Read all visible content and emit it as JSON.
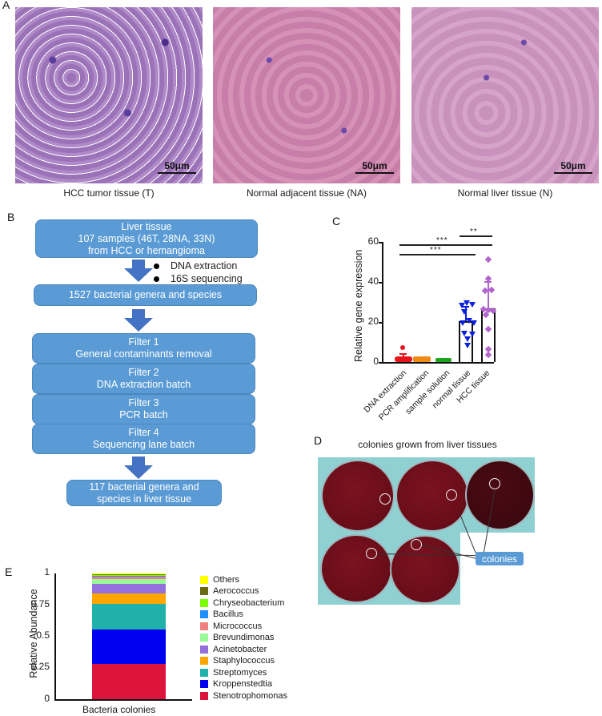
{
  "panel_a": {
    "letter": "A",
    "images": [
      {
        "caption": "HCC tumor tissue (T)",
        "scale_bar": "50μm"
      },
      {
        "caption": "Normal adjacent tissue (NA)",
        "scale_bar": "50μm"
      },
      {
        "caption": "Normal liver tissue (N)",
        "scale_bar": "50μm"
      }
    ]
  },
  "panel_b": {
    "letter": "B",
    "box1": [
      "Liver tissue",
      "107 samples (46T, 28NA, 33N)",
      "from HCC or hemangioma"
    ],
    "bullets": [
      "DNA extraction",
      "16S sequencing"
    ],
    "box2": "1527 bacterial genera and species",
    "filters": [
      {
        "title": "Filter 1",
        "desc": "General contaminants removal"
      },
      {
        "title": "Filter 2",
        "desc": "DNA extraction batch"
      },
      {
        "title": "Filter 3",
        "desc": "PCR batch"
      },
      {
        "title": "Filter 4",
        "desc": "Sequencing lane batch"
      }
    ],
    "final_box": [
      "117 bacterial genera and",
      "species in liver tissue"
    ]
  },
  "panel_c": {
    "letter": "C"
  },
  "panel_d": {
    "letter": "D",
    "title": "colonies grown from liver tissues",
    "label": "colonies"
  },
  "panel_e": {
    "letter": "E"
  },
  "chart_data": [
    {
      "type": "bar",
      "title": "",
      "xlabel": "",
      "ylabel": "Relative gene expression",
      "ylim": [
        0,
        60
      ],
      "yticks": [
        0,
        20,
        40,
        60
      ],
      "categories": [
        "DNA extraction",
        "PCR amplification",
        "sample solution",
        "normal tissue",
        "HCC tissue"
      ],
      "values": [
        2,
        1.5,
        0.8,
        20.5,
        27
      ],
      "error_upper": [
        4.5,
        2.5,
        1.5,
        28,
        40.5
      ],
      "colors": [
        "#e8141b",
        "#f08a16",
        "#1ba51b",
        "#0a1ee0",
        "#b265cc"
      ],
      "points": {
        "normal tissue": [
          30,
          29.5,
          29,
          28.5,
          27.5,
          22.5,
          21,
          20,
          19.5,
          15,
          14.5,
          12.5,
          9.5
        ],
        "HCC tissue": [
          51.5,
          41.5,
          36.5,
          36,
          27,
          26.5,
          26,
          25.5,
          25,
          17,
          7,
          5
        ],
        "DNA extraction": [
          7.5,
          3,
          2,
          1.5,
          1,
          1,
          0.5
        ],
        "PCR amplification": [
          2.5,
          2,
          1.5,
          1.5,
          1,
          1,
          0.5
        ],
        "sample solution": [
          1.5,
          1,
          1,
          0.5,
          0.5,
          0.3
        ]
      },
      "significance": [
        {
          "from": "normal tissue",
          "to": "HCC tissue",
          "label": "**"
        },
        {
          "from": "DNA extraction",
          "to": "HCC tissue",
          "label": "***"
        },
        {
          "from": "DNA extraction",
          "to": "normal tissue",
          "label": "***"
        }
      ]
    },
    {
      "type": "bar",
      "stacked": true,
      "title": "",
      "xlabel": "",
      "ylabel": "Relative Abundance",
      "ylim": [
        0,
        1
      ],
      "yticks": [
        "0",
        "0.25",
        "0.5",
        "0.75",
        "1"
      ],
      "categories": [
        "Bacteria colonies"
      ],
      "series": [
        {
          "name": "Stenotrophomonas",
          "values": [
            0.28
          ],
          "color": "#dc143c"
        },
        {
          "name": "Kroppenstedtia",
          "values": [
            0.275
          ],
          "color": "#0000f0"
        },
        {
          "name": "Streptomyces",
          "values": [
            0.2
          ],
          "color": "#20b2aa"
        },
        {
          "name": "Staphylococcus",
          "values": [
            0.085
          ],
          "color": "#ffa500"
        },
        {
          "name": "Acinetobacter",
          "values": [
            0.08
          ],
          "color": "#9370db"
        },
        {
          "name": "Brevundimonas",
          "values": [
            0.04
          ],
          "color": "#98fb98"
        },
        {
          "name": "Micrococcus",
          "values": [
            0.015
          ],
          "color": "#f08080"
        },
        {
          "name": "Bacillus",
          "values": [
            0.003
          ],
          "color": "#1e90ff"
        },
        {
          "name": "Chryseobacterium",
          "values": [
            0.007
          ],
          "color": "#7cfc00"
        },
        {
          "name": "Aerococcus",
          "values": [
            0.005
          ],
          "color": "#808000"
        },
        {
          "name": "Others",
          "values": [
            0.01
          ],
          "color": "#ffff00"
        }
      ],
      "legend": [
        "Others",
        "Aerococcus",
        "Chryseobacterium",
        "Bacillus",
        "Micrococcus",
        "Brevundimonas",
        "Acinetobacter",
        "Staphylococcus",
        "Streptomyces",
        "Kroppenstedtia",
        "Stenotrophomonas"
      ],
      "legend_position": "right"
    }
  ]
}
